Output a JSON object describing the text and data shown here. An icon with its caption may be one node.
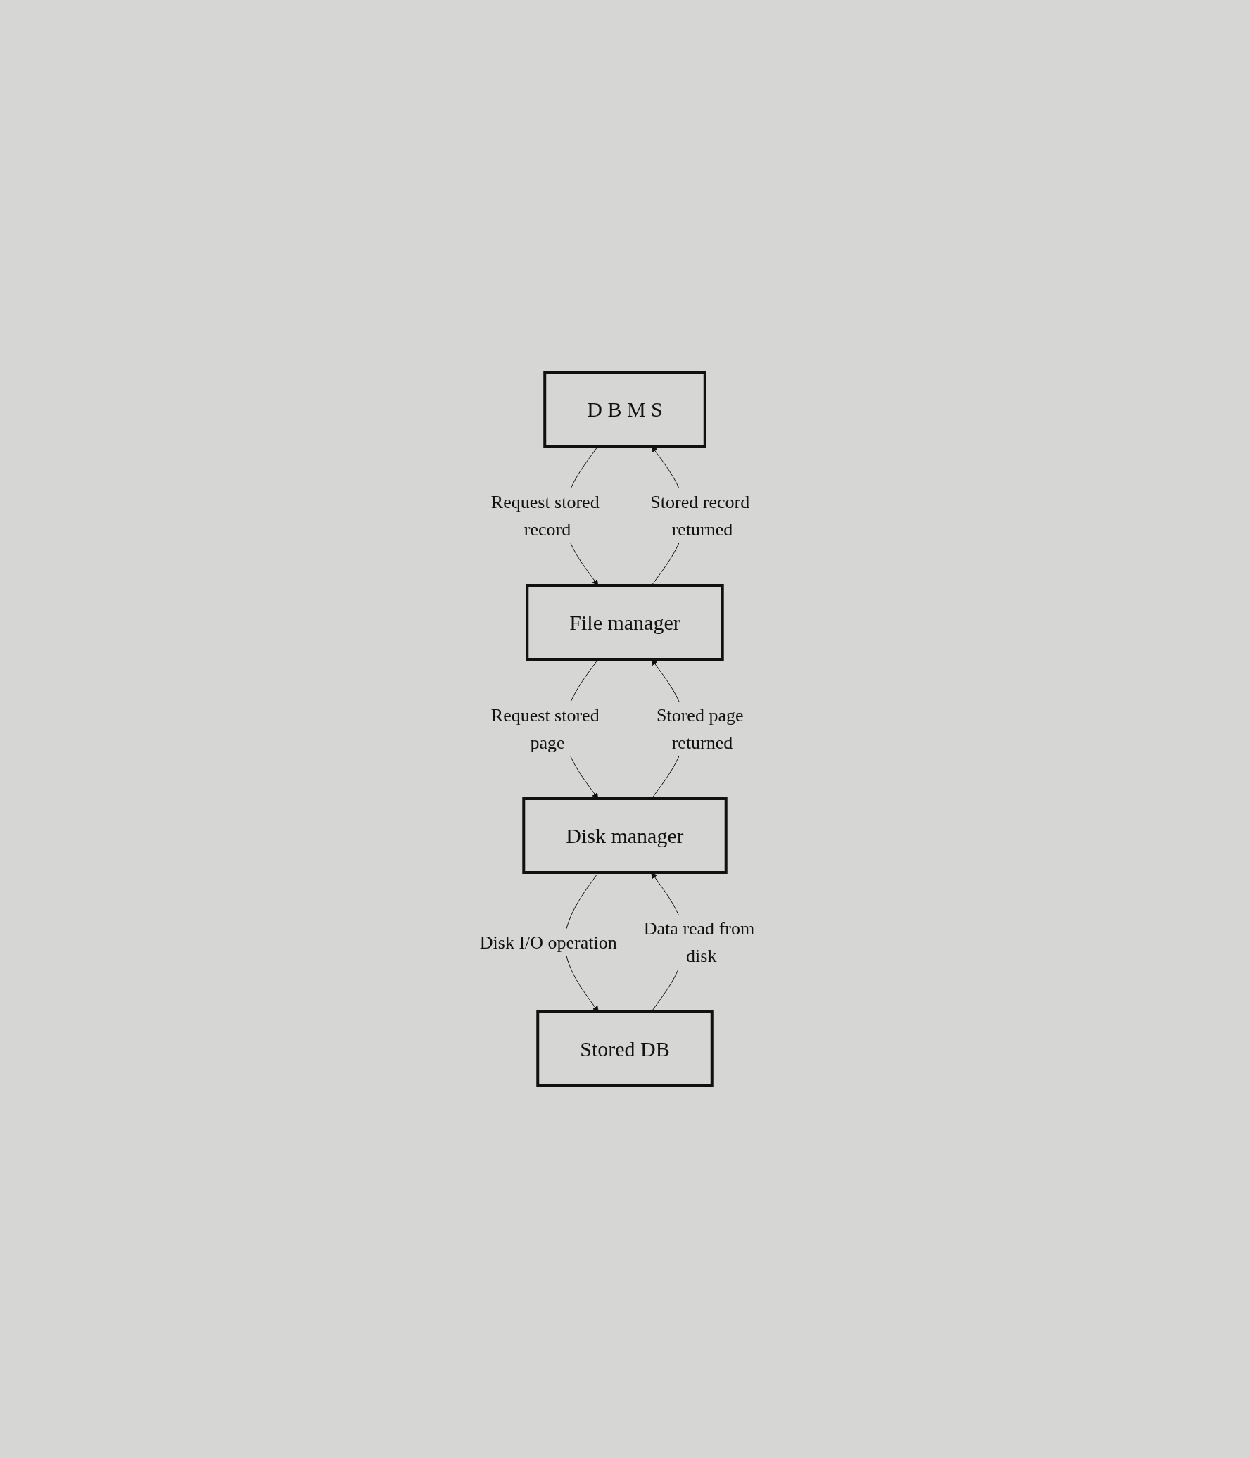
{
  "diagram": {
    "nodes": [
      {
        "text": [
          "D B M S"
        ]
      },
      {
        "text": [
          "File manager"
        ]
      },
      {
        "text": [
          "Disk manager"
        ]
      },
      {
        "text": [
          "Stored DB"
        ]
      }
    ],
    "edges": [
      {
        "from": 0,
        "to": 1,
        "arrow": "to",
        "label": "Request stored record"
      },
      {
        "from": 1,
        "to": 0,
        "arrow": "to",
        "label": "Stored record returned"
      },
      {
        "from": 1,
        "to": 2,
        "arrow": "to",
        "label": "Request stored page"
      },
      {
        "from": 2,
        "to": 1,
        "arrow": "to",
        "label": "Stored page returned"
      },
      {
        "from": 2,
        "to": 3,
        "arrow": "to",
        "label": "Disk I/O operation"
      },
      {
        "from": 3,
        "to": 2,
        "arrow": "to",
        "label": "Data read from disk"
      }
    ]
  }
}
